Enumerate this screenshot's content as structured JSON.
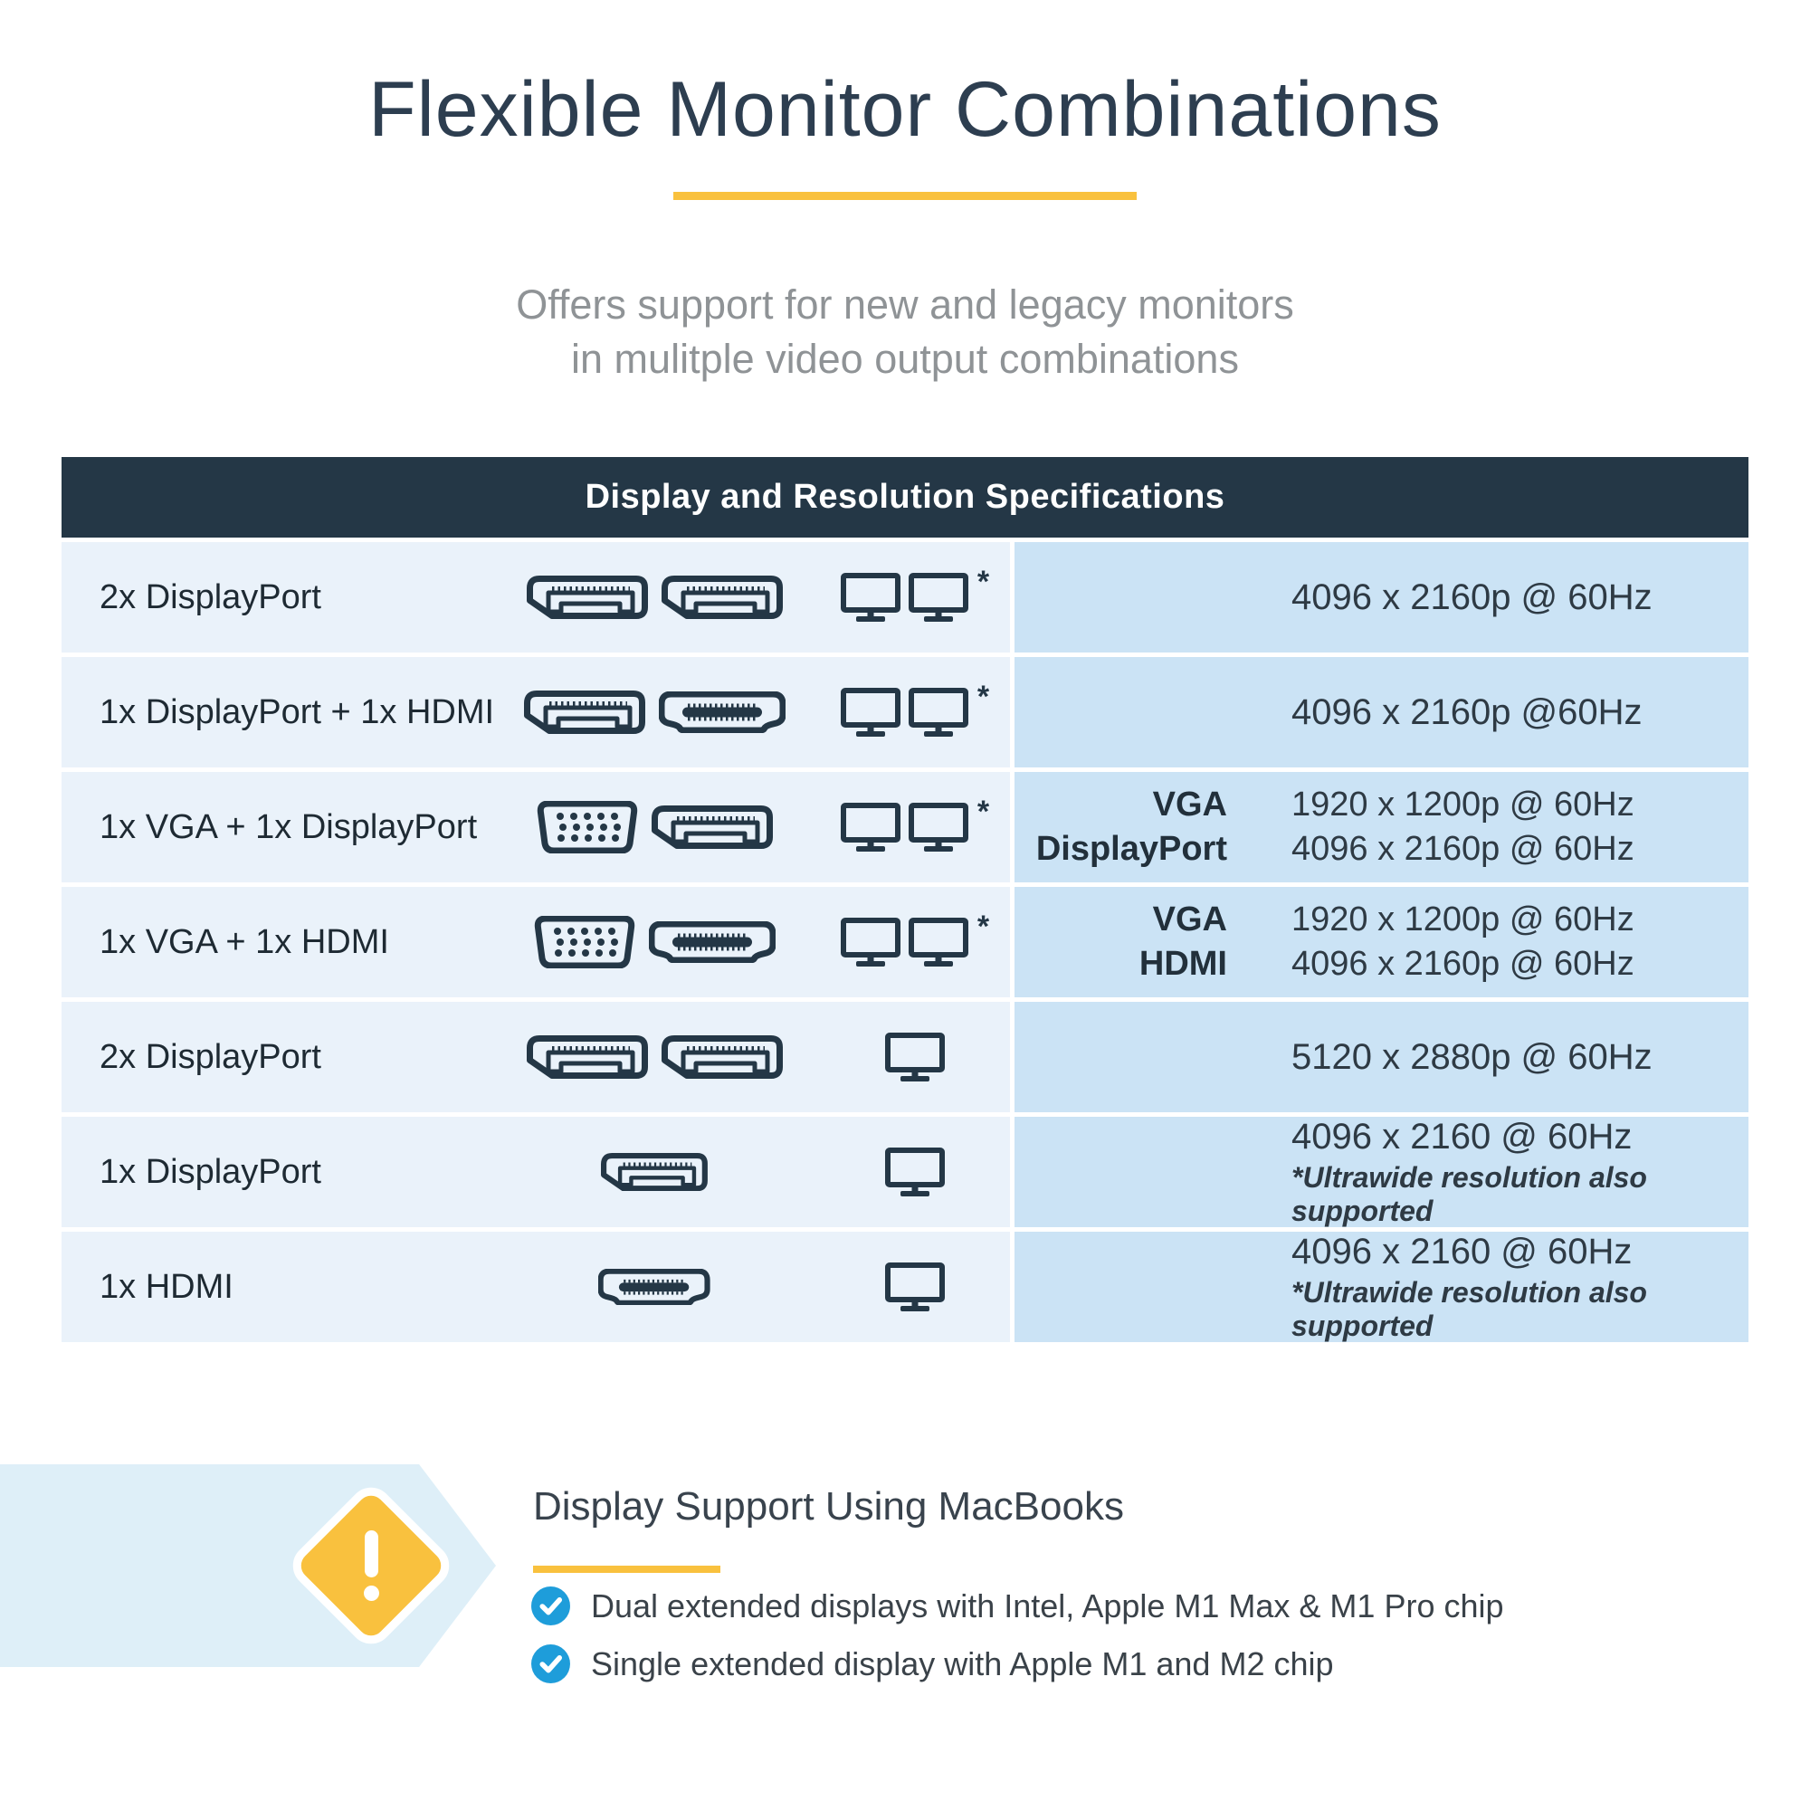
{
  "header": {
    "title": "Flexible Monitor Combinations",
    "subtitle_line1": "Offers support for new and legacy monitors",
    "subtitle_line2": "in mulitple video output combinations"
  },
  "table": {
    "header": "Display and Resolution Specifications",
    "rows": [
      {
        "label": "2x DisplayPort",
        "ports": [
          "displayport",
          "displayport"
        ],
        "monitors": 2,
        "asterisk": true,
        "resolution": {
          "type": "single",
          "text": "4096 x 2160p @ 60Hz"
        }
      },
      {
        "label": "1x DisplayPort + 1x HDMI",
        "ports": [
          "displayport",
          "hdmi"
        ],
        "monitors": 2,
        "asterisk": true,
        "resolution": {
          "type": "single",
          "text": "4096 x 2160p @60Hz"
        }
      },
      {
        "label": "1x VGA + 1x DisplayPort",
        "ports": [
          "vga",
          "displayport"
        ],
        "monitors": 2,
        "asterisk": true,
        "resolution": {
          "type": "pair",
          "entries": [
            {
              "label": "VGA",
              "value": "1920 x 1200p @ 60Hz"
            },
            {
              "label": "DisplayPort",
              "value": "4096 x 2160p @ 60Hz"
            }
          ]
        }
      },
      {
        "label": "1x VGA + 1x HDMI",
        "ports": [
          "vga",
          "hdmi"
        ],
        "monitors": 2,
        "asterisk": true,
        "resolution": {
          "type": "pair",
          "entries": [
            {
              "label": "VGA",
              "value": "1920 x 1200p @ 60Hz"
            },
            {
              "label": "HDMI",
              "value": "4096 x 2160p @ 60Hz"
            }
          ]
        }
      },
      {
        "label": "2x DisplayPort",
        "ports": [
          "displayport",
          "displayport"
        ],
        "monitors": 1,
        "asterisk": false,
        "resolution": {
          "type": "single",
          "text": "5120 x 2880p @ 60Hz"
        }
      },
      {
        "label": "1x DisplayPort",
        "ports": [
          "displayport"
        ],
        "monitors": 1,
        "asterisk": false,
        "resolution": {
          "type": "note",
          "text": "4096 x 2160 @ 60Hz",
          "note": "*Ultrawide resolution also supported"
        }
      },
      {
        "label": "1x HDMI",
        "ports": [
          "hdmi"
        ],
        "monitors": 1,
        "asterisk": false,
        "resolution": {
          "type": "note",
          "text": "4096 x 2160 @ 60Hz",
          "note": "*Ultrawide resolution also supported"
        }
      }
    ],
    "asterisk_glyph": "*"
  },
  "callout": {
    "heading": "Display Support Using MacBooks",
    "bullets": [
      "Dual extended displays with Intel, Apple M1 Max & M1 Pro chip",
      "Single extended display with Apple M1 and M2 chip"
    ]
  },
  "icons": {
    "port_displayport": "displayport-icon",
    "port_hdmi": "hdmi-icon",
    "port_vga": "vga-icon",
    "monitor": "monitor-icon",
    "warning": "exclamation-diamond-icon",
    "check": "check-circle-icon"
  },
  "colors": {
    "navy": "#243746",
    "leftBg": "#eaf2fa",
    "rightBg": "#cbe3f5",
    "bannerBg": "#deeff8",
    "yellow": "#f9c13e",
    "checkBlue": "#1e9dda"
  }
}
